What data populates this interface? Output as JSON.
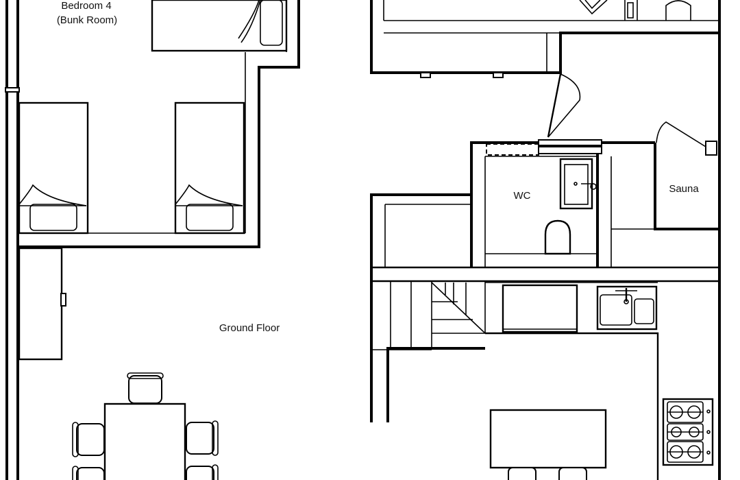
{
  "labels": {
    "bedroom4_line1": "Bedroom 4",
    "bedroom4_line2": "(Bunk Room)",
    "ground_floor": "Ground Floor",
    "wc": "WC",
    "sauna": "Sauna"
  },
  "colors": {
    "line": "#000000",
    "background": "#ffffff"
  }
}
